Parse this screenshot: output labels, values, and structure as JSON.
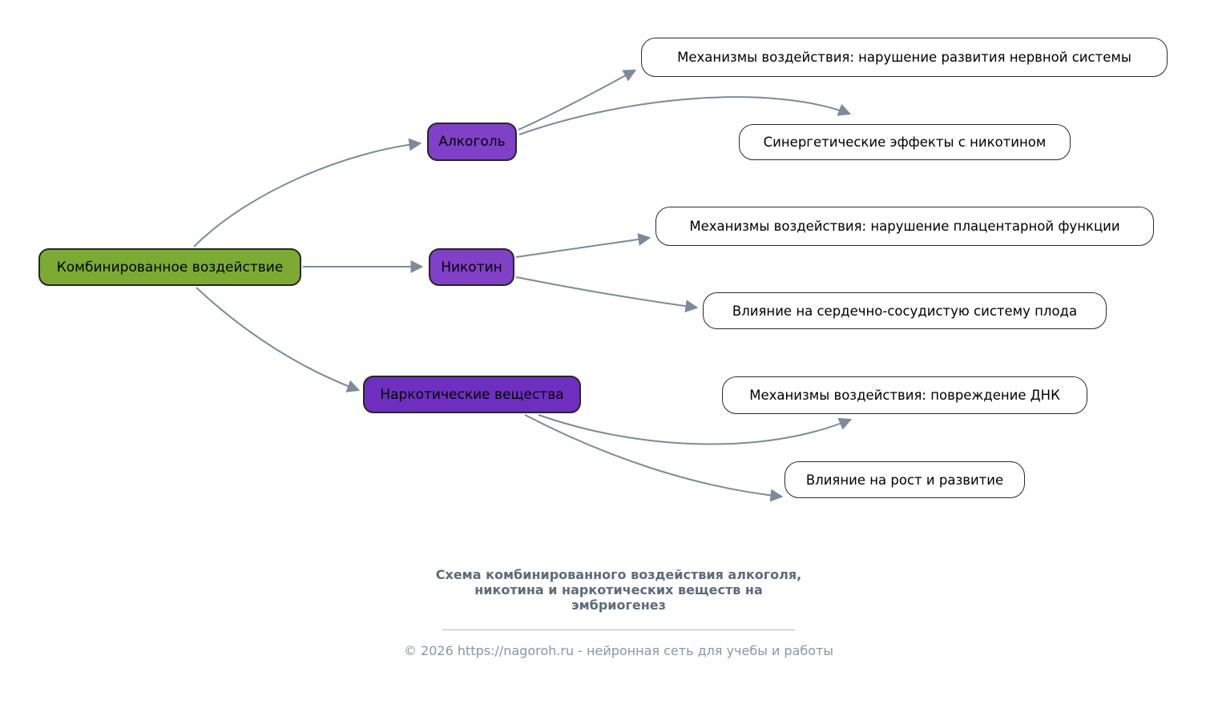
{
  "diagram": {
    "root": {
      "label": "Комбинированное воздействие"
    },
    "branches": [
      {
        "key": "alcohol",
        "label": "Алкоголь",
        "leaves": [
          "Механизмы воздействия: нарушение развития нервной системы",
          "Синергетические эффекты с никотином"
        ]
      },
      {
        "key": "nicotine",
        "label": "Никотин",
        "leaves": [
          "Механизмы воздействия: нарушение плацентарной функции",
          "Влияние на сердечно-сосудистую систему плода"
        ]
      },
      {
        "key": "narcotics",
        "label": "Наркотические вещества",
        "leaves": [
          "Механизмы воздействия: повреждение ДНК",
          "Влияние на рост и развитие"
        ]
      }
    ]
  },
  "footer": {
    "caption": "Схема комбинированного воздействия алкоголя,\nникотина и наркотических веществ на\nэмбриогенез",
    "copyright": "© 2026 https://nagoroh.ru - нейронная сеть для учебы и работы"
  },
  "colors": {
    "root_fill": "#7cab33",
    "branch_fill": "#8040c8",
    "narcotics_fill": "#6e2fc0",
    "node_border": "#262626",
    "arrow": "#7b8b9a",
    "caption_text": "#5c6b7a",
    "copyright_text": "#8896a6"
  }
}
